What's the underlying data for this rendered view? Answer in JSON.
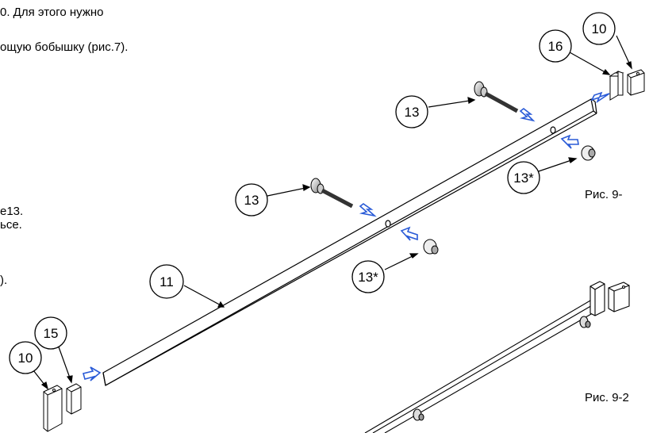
{
  "text_lines": [
    "0. Для этого нужно",
    "ощую бобышку (рис.7).",
    "е13.",
    "ьсе.",
    ")."
  ],
  "figure_captions": [
    "Рис. 9-",
    "Рис. 9-2"
  ],
  "callouts": {
    "c10_top": "10",
    "c16": "16",
    "c13_a": "13",
    "c13s_a": "13*",
    "c13_b": "13",
    "c13s_b": "13*",
    "c11": "11",
    "c15": "15",
    "c10_bottom": "10"
  },
  "colors": {
    "arrow": "#2a5bd7",
    "line": "#000000"
  }
}
